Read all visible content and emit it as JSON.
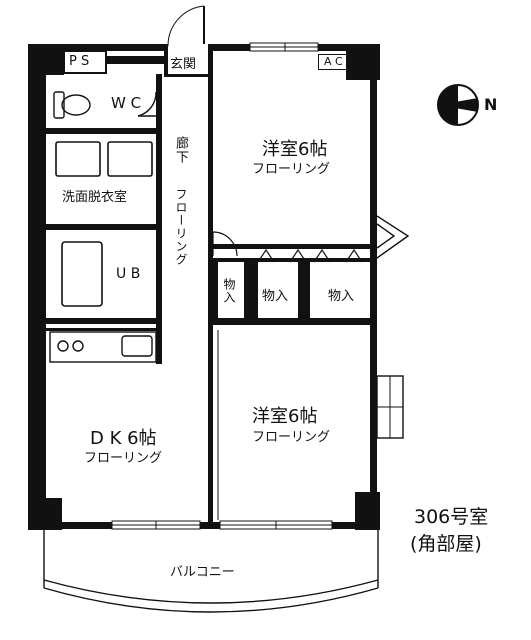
{
  "labels": {
    "ps": "P S",
    "genkan": "玄関",
    "ac": "A C",
    "wc": "W C",
    "rouka": "廊下",
    "rouka_floor": "フローリング",
    "western_room_1": "洋室6帖",
    "western_room_1_floor": "フローリング",
    "senmen": "洗面脱衣室",
    "ub": "U B",
    "closet_small": "物入",
    "closet_2": "物入",
    "closet_3": "物入",
    "western_room_2": "洋室6帖",
    "western_room_2_floor": "フローリング",
    "dk": "D K 6帖",
    "dk_floor": "フローリング",
    "balcony": "バルコニー",
    "room_number": "306号室",
    "corner_note": "(角部屋)",
    "compass_north": "N"
  }
}
